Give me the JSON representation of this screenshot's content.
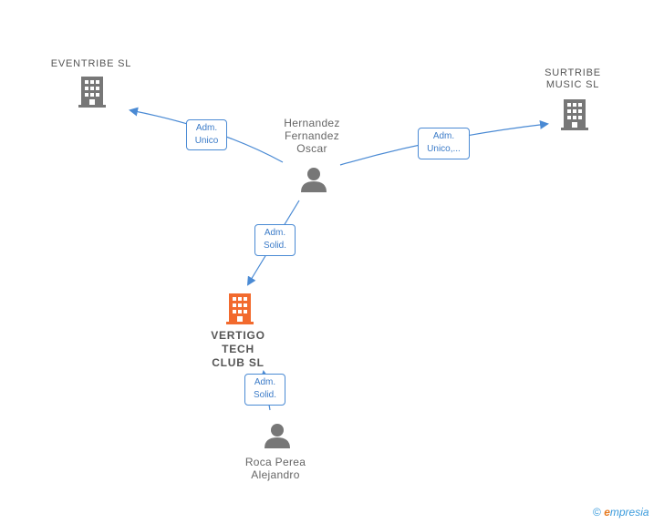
{
  "nodes": {
    "eventribe": {
      "name": "EVENTRIBE  SL"
    },
    "surtribe": {
      "name": "SURTRIBE\nMUSIC  SL"
    },
    "hernandez": {
      "name": "Hernandez\nFernandez\nOscar"
    },
    "vertigo": {
      "name": "VERTIGO\nTECH\nCLUB  SL"
    },
    "roca": {
      "name": "Roca Perea\nAlejandro"
    }
  },
  "edges": {
    "hernandez_eventribe": "Adm.\nUnico",
    "hernandez_surtribe": "Adm.\nUnico,...",
    "hernandez_vertigo": "Adm.\nSolid.",
    "roca_vertigo": "Adm.\nSolid."
  },
  "footer": {
    "copyright": "©",
    "brand_initial": "e",
    "brand_rest": "mpresia"
  },
  "colors": {
    "edge": "#4a8ad4",
    "building": "#777777",
    "focus_building": "#f26a2e",
    "person": "#777777"
  }
}
